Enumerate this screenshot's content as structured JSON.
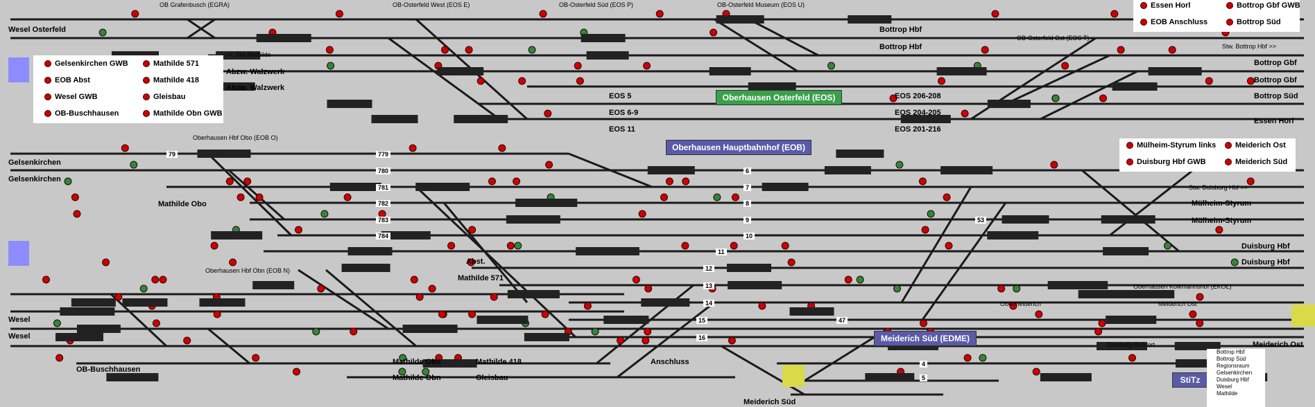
{
  "window": {
    "title": "Stellwerk Oberhausen"
  },
  "colors": {
    "background": "#c8c8c8",
    "track": "#1a1a1a",
    "signal_red": "#cc0000",
    "signal_green": "#2a8a3a",
    "banner_blue": "#5a5aa8",
    "banner_green": "#3aa04a"
  },
  "section_labels": {
    "grafenbusch": "OB Grafenbusch (EGRA)",
    "osterfeld_west": "OB-Osterfeld West (EOS E)",
    "osterfeld_sued": "OB-Osterfeld Süd (EOS P)",
    "osterfeld_museum": "OB-Osterfeld Museum (EOS U)",
    "osterfeld_ost": "OB-Osterfeld Ost (EOS T)",
    "stw_bottrop": "Stw. Bottrop Hbf >>",
    "stw_mathilde": "<< Stw Mathilde",
    "hbf_obo": "Oberhausen Hbf Obo (EOB O)",
    "hbf_obn": "Oberhausen Hbf Obn (EOB N)",
    "stw_duisburg": "Stw. Duisburg Hbf >>",
    "kolkmannshof": "Oberhausen Kolkmannshof (EKOL)",
    "obermeiderich": "Obermeiderich",
    "meiderich_ost_sec": "Meiderich Ost",
    "duisburg_ruhrort": "Duisburg-Ruhrort"
  },
  "station_labels": {
    "wesel_osterfeld": "Wesel Osterfeld",
    "abzw_walzwerk_1": "Abzw. Walzwerk",
    "abzw_walzwerk_2": "Abzw. Walzwerk",
    "bottrop_hbf_1": "Bottrop Hbf",
    "bottrop_hbf_2": "Bottrop Hbf",
    "bottrop_gbf_1": "Bottrop Gbf",
    "bottrop_gbf_2": "Bottrop Gbf",
    "bottrop_sued": "Bottrop Süd",
    "essen_horl": "Essen Horl",
    "eos5": "EOS 5",
    "eos69": "EOS 6-9",
    "eos11": "EOS 11",
    "eos206": "EOS 206-208",
    "eos204": "EOS 204-205",
    "eos201": "EOS 201-216",
    "gelsenkirchen_1": "Gelsenkirchen",
    "gelsenkirchen_2": "Gelsenkirchen",
    "mathilde_obo": "Mathilde Obo",
    "abst": "Abst.",
    "mathilde_571": "Mathilde 571",
    "wesel_1": "Wesel",
    "wesel_2": "Wesel",
    "ob_buschhausen": "OB-Buschhausen",
    "mathilde_obn_1": "Mathilde Obn",
    "mathilde_obn_2": "Mathilde Obn",
    "mathilde_418": "Mathilde 418",
    "gleisbau": "Gleisbau",
    "anschluss": "Anschluss",
    "meiderich_sued": "Meiderich Süd",
    "muelheim_styrum_1": "Mülheim-Styrum",
    "muelheim_styrum_2": "Mülheim-Styrum",
    "duisburg_hbf_1": "Duisburg Hbf",
    "duisburg_hbf_2": "Duisburg Hbf",
    "meiderich_ost": "Meiderich Ost"
  },
  "banners": {
    "osterfeld": "Oberhausen Osterfeld (EOS)",
    "hauptbahnhof": "Oberhausen Hauptbahnhof (EOB)",
    "meiderich_sued": "Meiderich Süd (EDME)",
    "stitz": "StiTz"
  },
  "panel_left": [
    "Gelsenkirchen GWB",
    "Mathilde 571",
    "EOB Abst",
    "Mathilde 418",
    "Wesel GWB",
    "Gleisbau",
    "OB-Buschhausen",
    "Mathilde Obn GWB"
  ],
  "panel_topright": [
    "Essen Horl",
    "Bottrop Gbf GWB",
    "EOB Anschluss",
    "Bottrop Süd"
  ],
  "panel_midright": [
    "Mülheim-Styrum links",
    "Meiderich Ost",
    "Duisburg Hbf GWB",
    "Meiderich Süd"
  ],
  "legend_bottom": [
    "Bottrop Hbf",
    "Bottrop Süd",
    "Regionsraum",
    "Gelsenkirchen",
    "Duisburg Hbf",
    "Wesel",
    "Mathilde"
  ],
  "track_numbers": {
    "t779a": "79",
    "t779": "779",
    "t780": "780",
    "t781": "781",
    "t782": "782",
    "t783": "783",
    "t784": "784",
    "t6": "6",
    "t7": "7",
    "t8": "8",
    "t9": "9",
    "t10": "10",
    "t11": "11",
    "t12": "12",
    "t13": "13",
    "t14": "14",
    "t15": "15",
    "t16": "16",
    "t47": "47",
    "t53": "53",
    "t4": "4",
    "t5": "5"
  }
}
